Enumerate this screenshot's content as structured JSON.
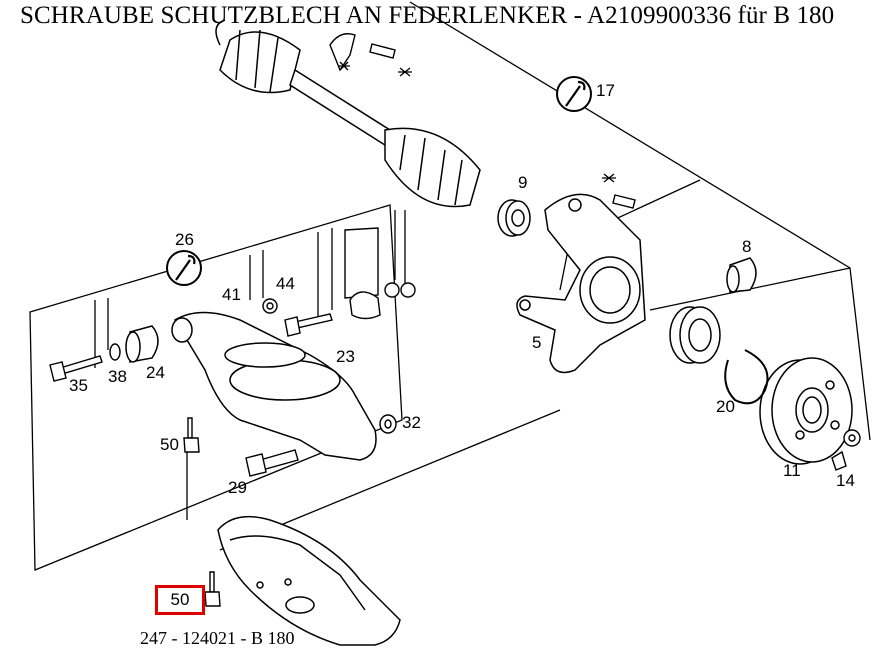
{
  "title": "SCHRAUBE SCHUTZBLECH AN FEDERLENKER - A2109900336 für B 180",
  "footer": "247 - 124021 - B 180",
  "labels": {
    "p17": "17",
    "p9": "9",
    "p26": "26",
    "p8": "8",
    "p41": "41",
    "p44": "44",
    "p23": "23",
    "p5": "5",
    "p35": "35",
    "p38": "38",
    "p24": "24",
    "p50": "50",
    "p32": "32",
    "p20": "20",
    "p29": "29",
    "p11": "11",
    "p14": "14",
    "p50_highlight": "50"
  },
  "highlight_color": "#e00000",
  "icons": [
    "wrench-icon",
    "wrench-icon",
    "locking-symbol-icon"
  ]
}
